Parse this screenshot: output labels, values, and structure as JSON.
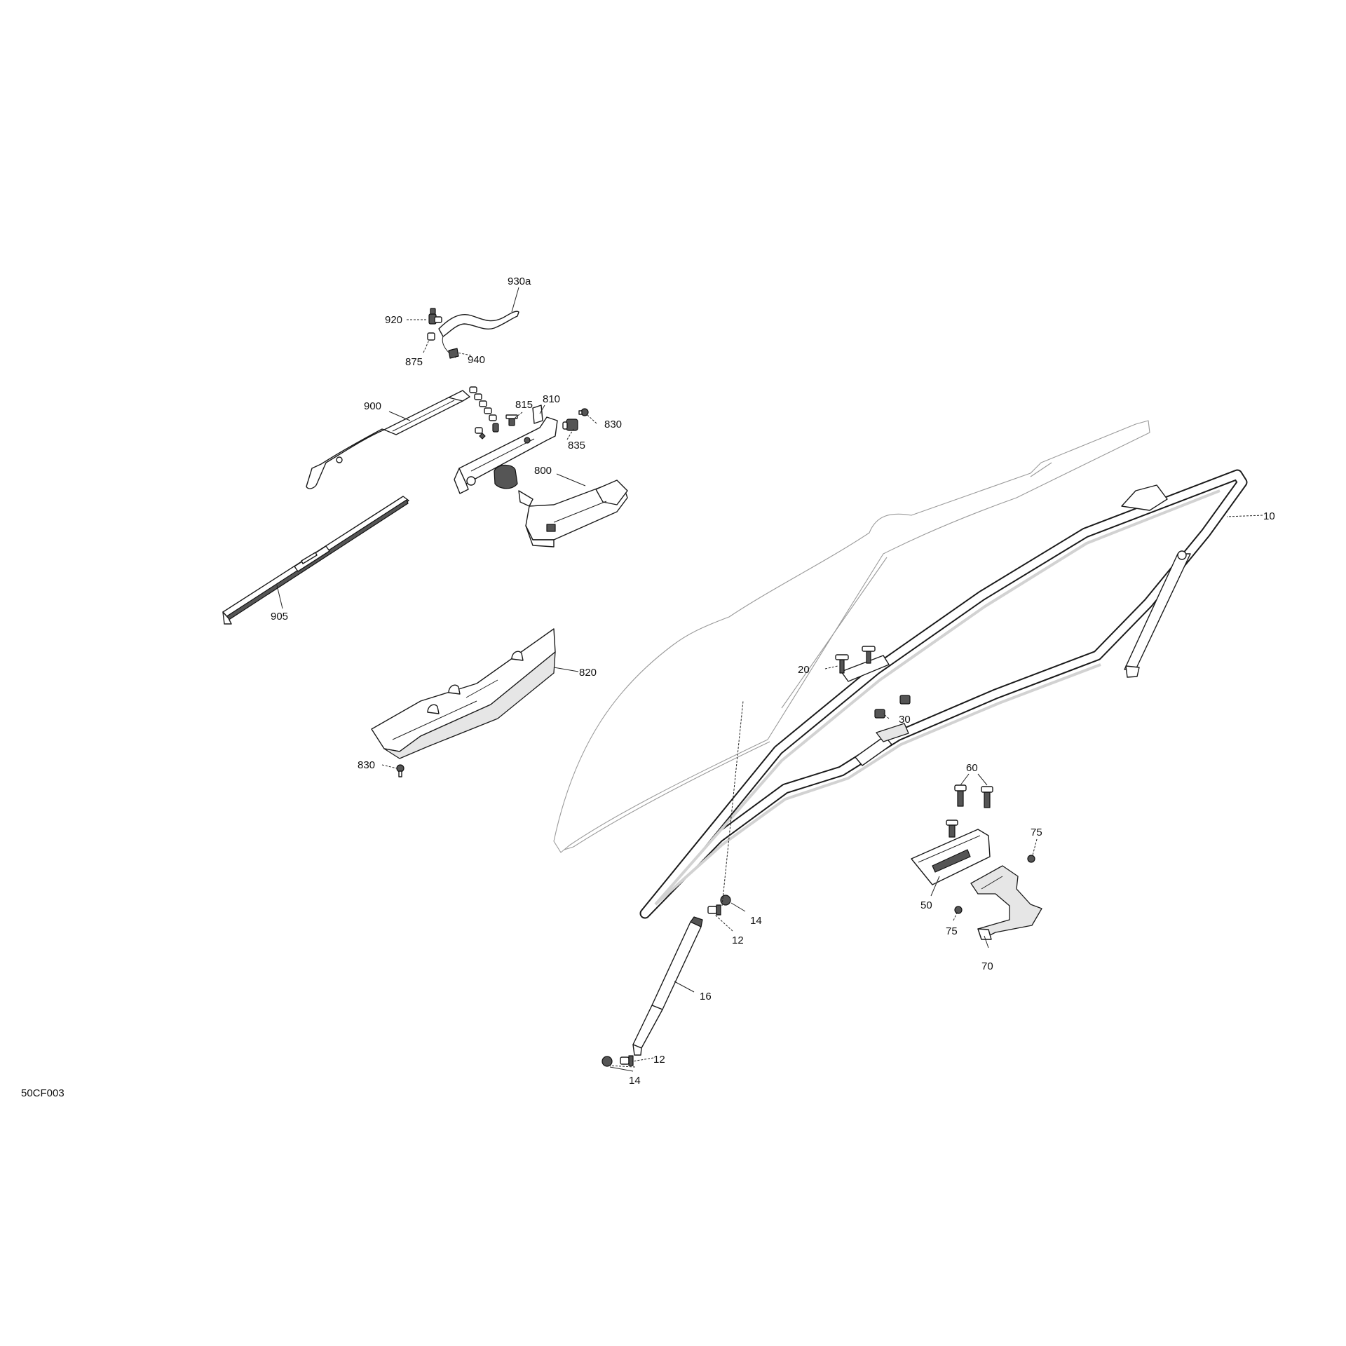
{
  "diagram_id": "50CF003",
  "callouts": [
    {
      "key": "c930a",
      "text": "930a"
    },
    {
      "key": "c920",
      "text": "920"
    },
    {
      "key": "c875",
      "text": "875"
    },
    {
      "key": "c940",
      "text": "940"
    },
    {
      "key": "c900",
      "text": "900"
    },
    {
      "key": "c815",
      "text": "815"
    },
    {
      "key": "c810",
      "text": "810"
    },
    {
      "key": "c830a",
      "text": "830"
    },
    {
      "key": "c835",
      "text": "835"
    },
    {
      "key": "c800",
      "text": "800"
    },
    {
      "key": "c905",
      "text": "905"
    },
    {
      "key": "c820",
      "text": "820"
    },
    {
      "key": "c830b",
      "text": "830"
    },
    {
      "key": "c10",
      "text": "10"
    },
    {
      "key": "c20",
      "text": "20"
    },
    {
      "key": "c30",
      "text": "30"
    },
    {
      "key": "c60",
      "text": "60"
    },
    {
      "key": "c75a",
      "text": "75"
    },
    {
      "key": "c50",
      "text": "50"
    },
    {
      "key": "c75b",
      "text": "75"
    },
    {
      "key": "c70",
      "text": "70"
    },
    {
      "key": "c14a",
      "text": "14"
    },
    {
      "key": "c12a",
      "text": "12"
    },
    {
      "key": "c16",
      "text": "16"
    },
    {
      "key": "c12b",
      "text": "12"
    },
    {
      "key": "c14b",
      "text": "14"
    }
  ]
}
